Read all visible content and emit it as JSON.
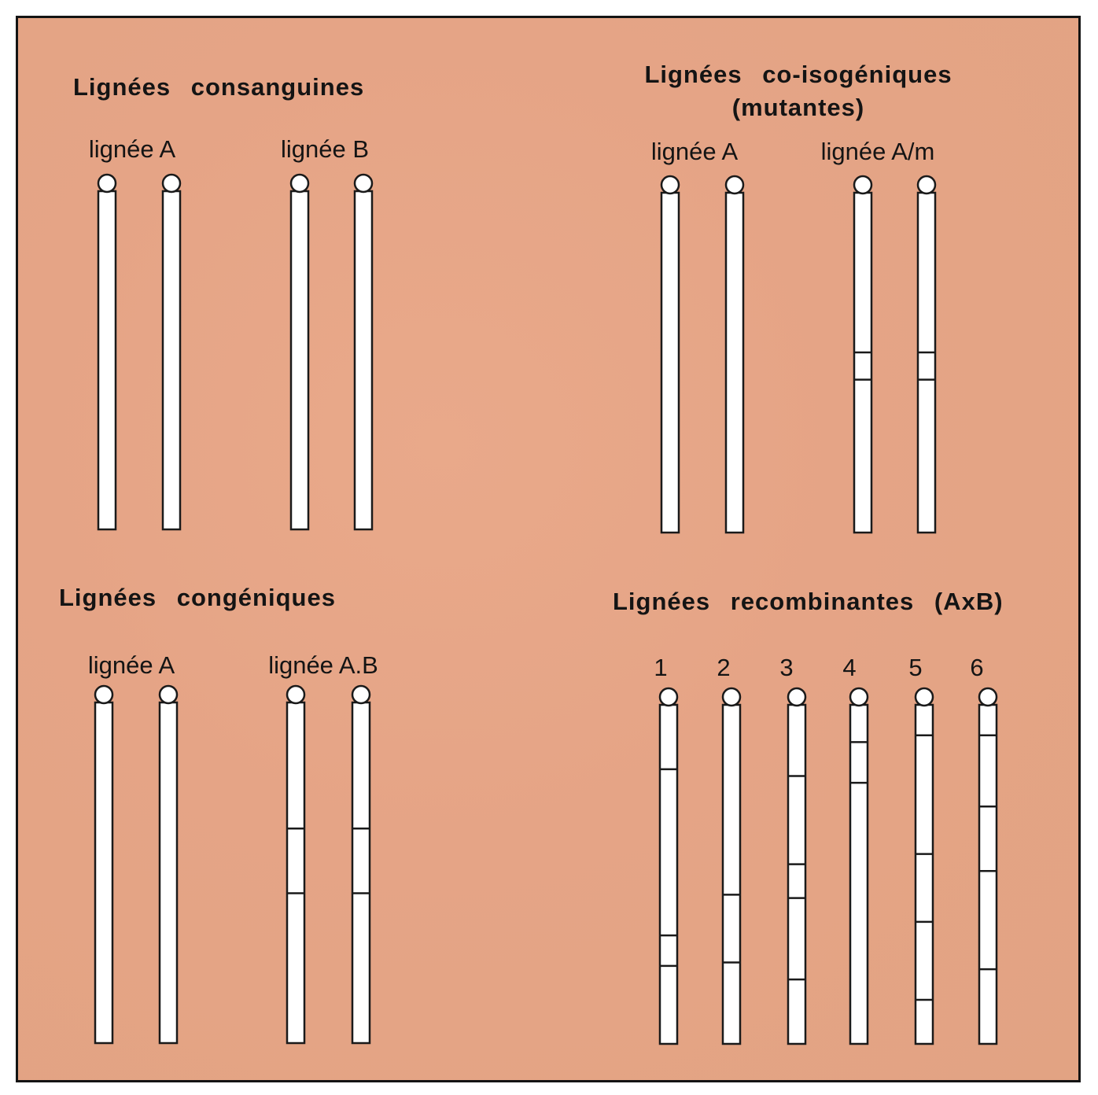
{
  "groups": [
    {
      "title": "Lignées consanguines",
      "subtitle": "",
      "lines": [
        {
          "label": "lignée A",
          "chromosomes": [
            [],
            []
          ]
        },
        {
          "label": "lignée B",
          "chromosomes": [
            [],
            []
          ]
        }
      ]
    },
    {
      "title": "Lignées co-isogéniques",
      "subtitle": "(mutantes)",
      "lines": [
        {
          "label": "lignée A",
          "chromosomes": [
            [],
            []
          ]
        },
        {
          "label": "lignée A/m",
          "chromosomes": [
            [
              0.47,
              0.55
            ],
            [
              0.47,
              0.55
            ]
          ]
        }
      ]
    },
    {
      "title": "Lignées congéniques",
      "subtitle": "",
      "lines": [
        {
          "label": "lignée A",
          "chromosomes": [
            [],
            []
          ]
        },
        {
          "label": "lignée A.B",
          "chromosomes": [
            [
              0.37,
              0.56
            ],
            [
              0.37,
              0.56
            ]
          ]
        }
      ]
    },
    {
      "title": "Lignées recombinantes (AxB)",
      "subtitle": "",
      "lines": [
        {
          "label": "1",
          "chromosomes": [
            [
              0.19,
              0.68,
              0.77
            ]
          ]
        },
        {
          "label": "2",
          "chromosomes": [
            [
              0.56,
              0.76
            ]
          ]
        },
        {
          "label": "3",
          "chromosomes": [
            [
              0.21,
              0.47,
              0.57,
              0.81
            ]
          ]
        },
        {
          "label": "4",
          "chromosomes": [
            [
              0.11,
              0.23
            ]
          ]
        },
        {
          "label": "5",
          "chromosomes": [
            [
              0.09,
              0.44,
              0.64,
              0.87
            ]
          ]
        },
        {
          "label": "6",
          "chromosomes": [
            [
              0.09,
              0.3,
              0.49,
              0.78
            ]
          ]
        }
      ]
    }
  ]
}
